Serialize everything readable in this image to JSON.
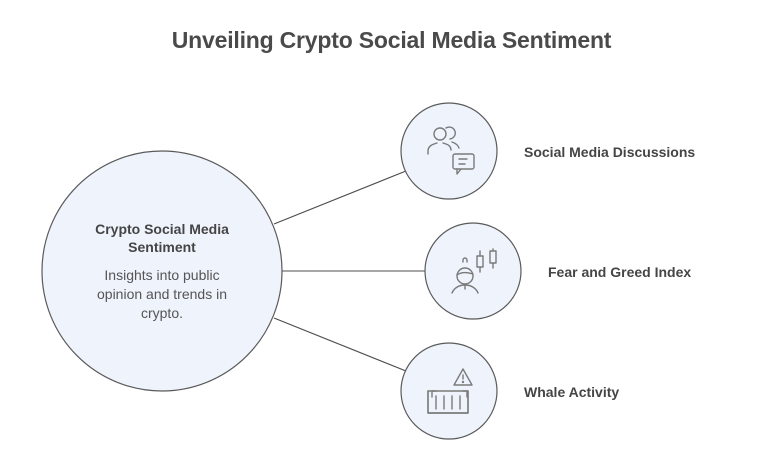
{
  "title": "Unveiling Crypto Social Media Sentiment",
  "center": {
    "title_line1": "Crypto Social Media",
    "title_line2": "Sentiment",
    "desc_line1": "Insights into public",
    "desc_line2": "opinion and trends in",
    "desc_line3": "crypto."
  },
  "nodes": [
    {
      "label": "Social Media Discussions",
      "icon": "users-chat-icon"
    },
    {
      "label": "Fear and Greed Index",
      "icon": "trader-candlestick-icon"
    },
    {
      "label": "Whale Activity",
      "icon": "container-warning-icon"
    }
  ],
  "colors": {
    "circle_fill": "#eef3fc",
    "circle_stroke": "#5a5a5a",
    "line": "#4d4d4d",
    "icon": "#7a7a7a",
    "text": "#454545"
  }
}
